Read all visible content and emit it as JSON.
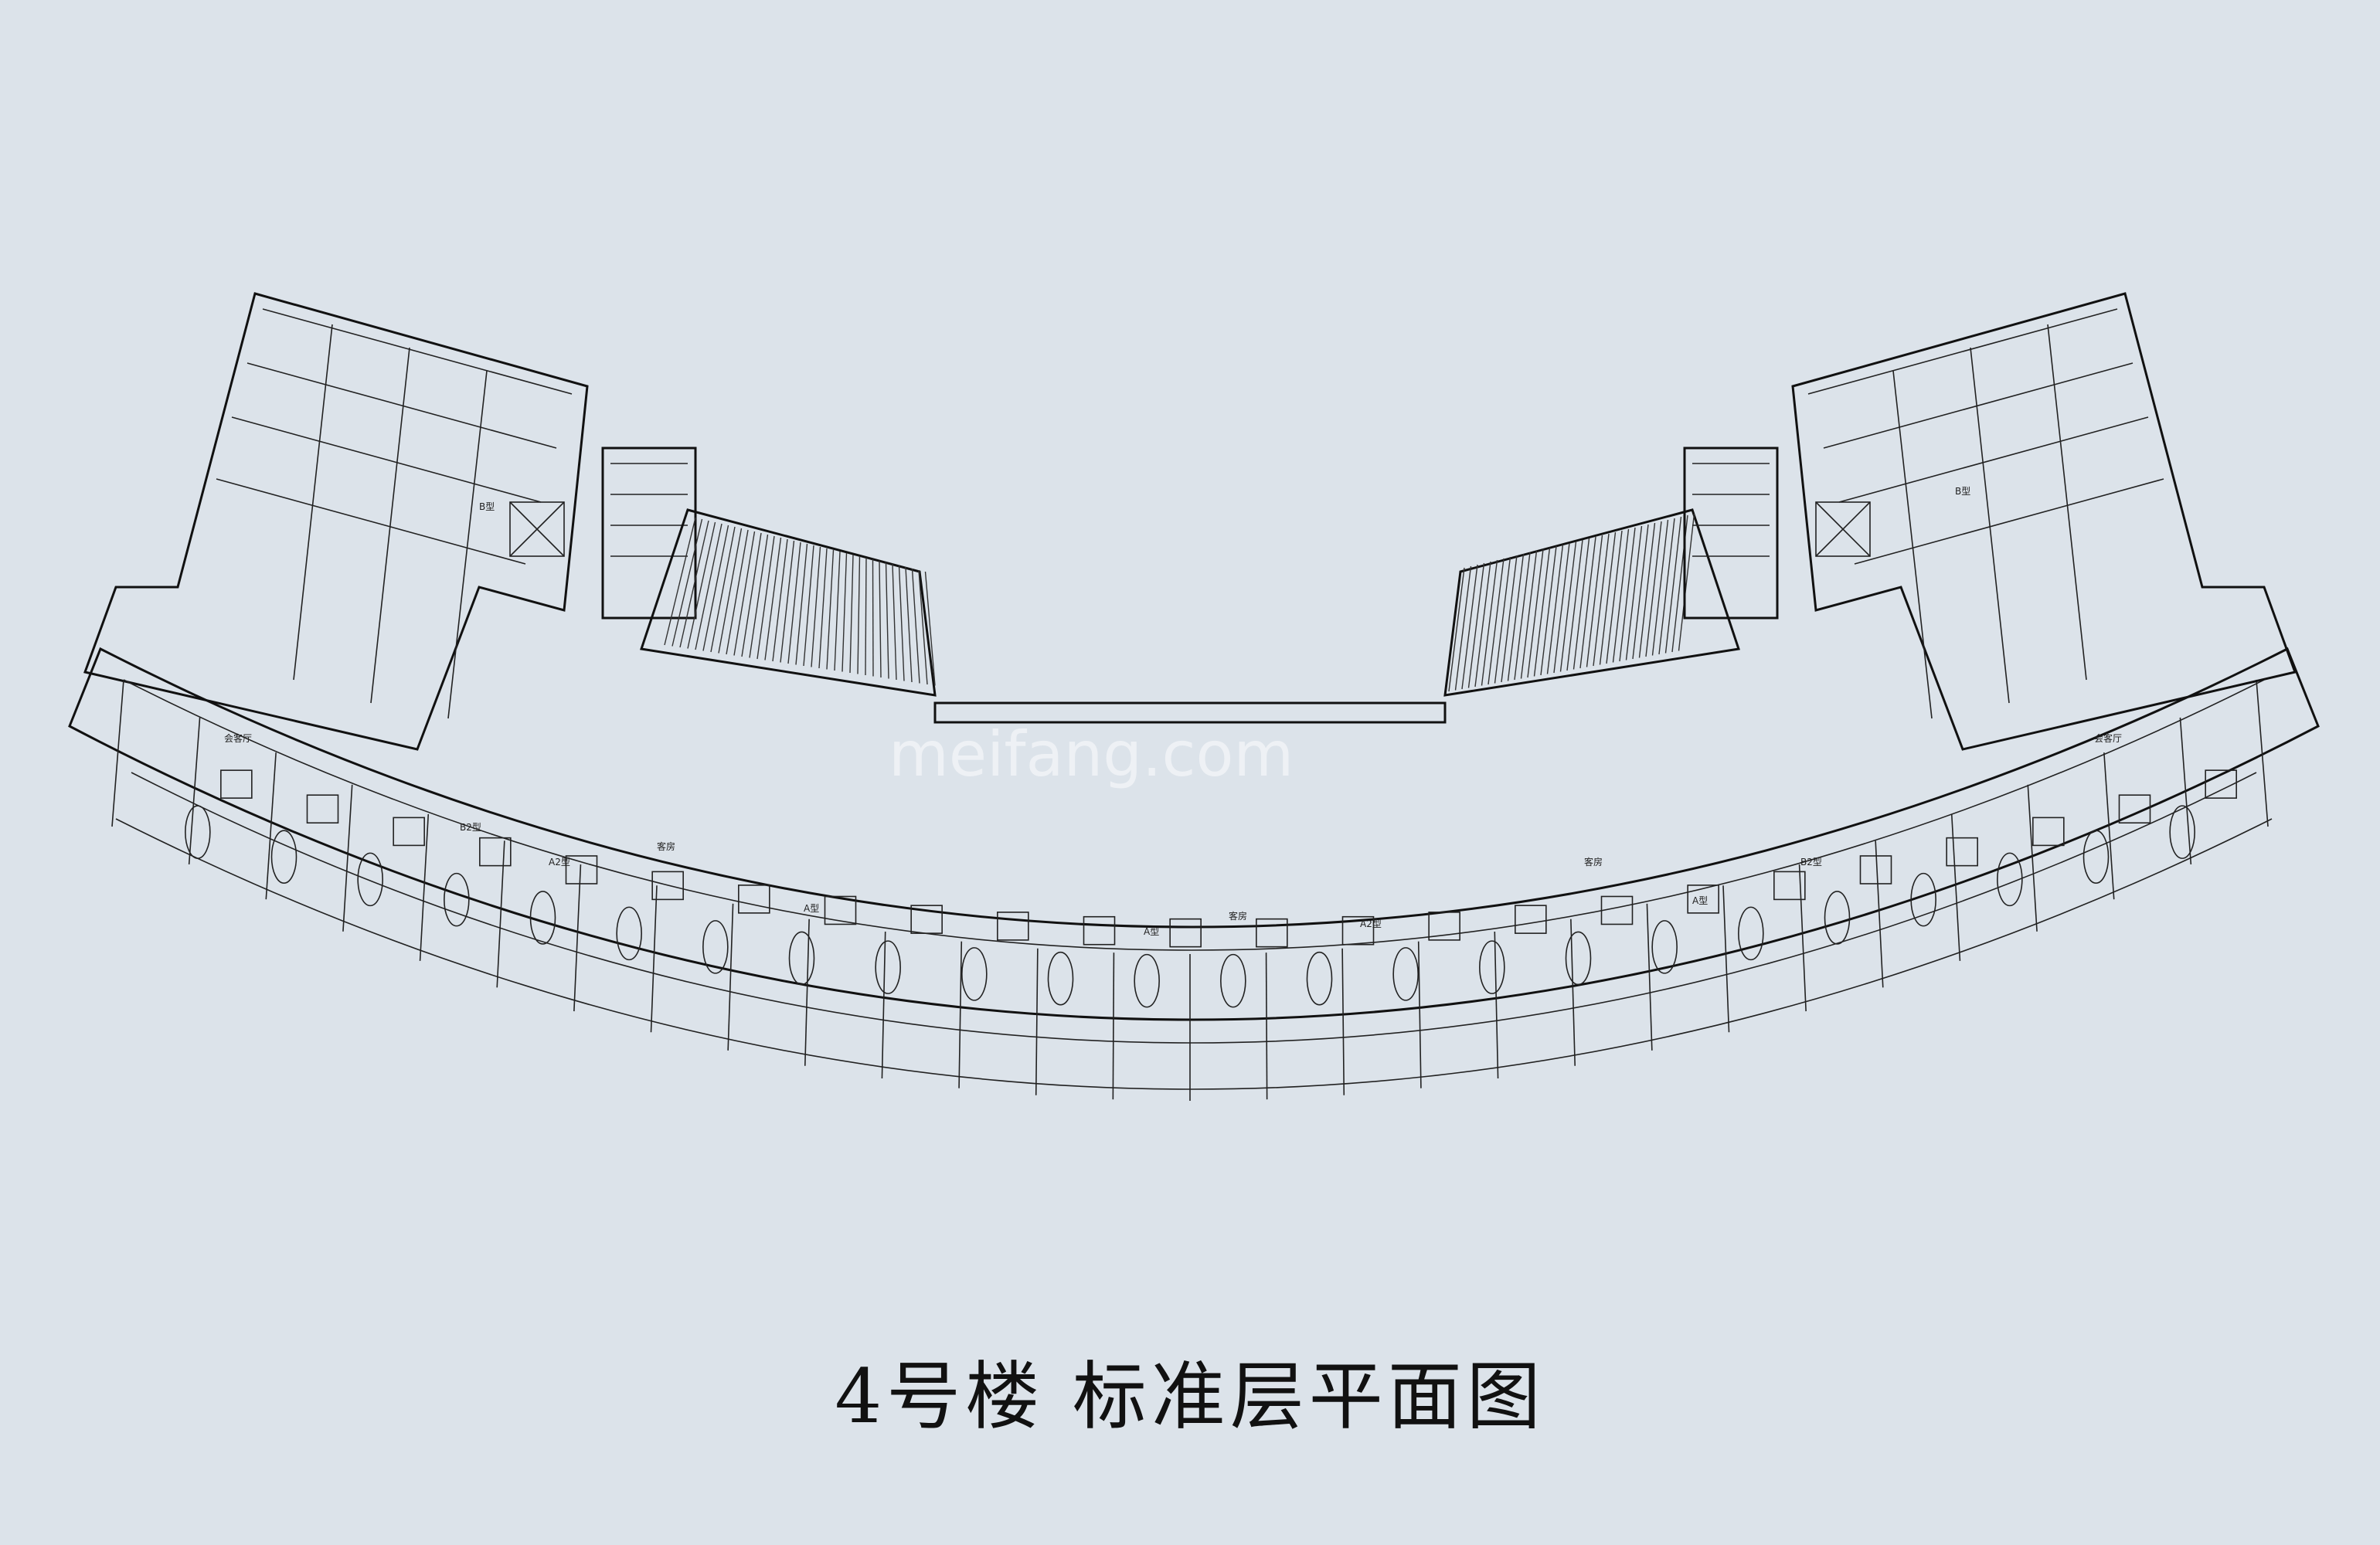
{
  "title": "4号楼 标准层平面图",
  "watermark": "meifang.com",
  "colors": {
    "background": "#dce3ea",
    "line": "#111111"
  },
  "labels": {
    "unit_A": "A型",
    "unit_A2": "A2型",
    "unit_B": "B型",
    "unit_B2": "B2型",
    "bedroom": "客房",
    "lounge": "会客厅"
  }
}
